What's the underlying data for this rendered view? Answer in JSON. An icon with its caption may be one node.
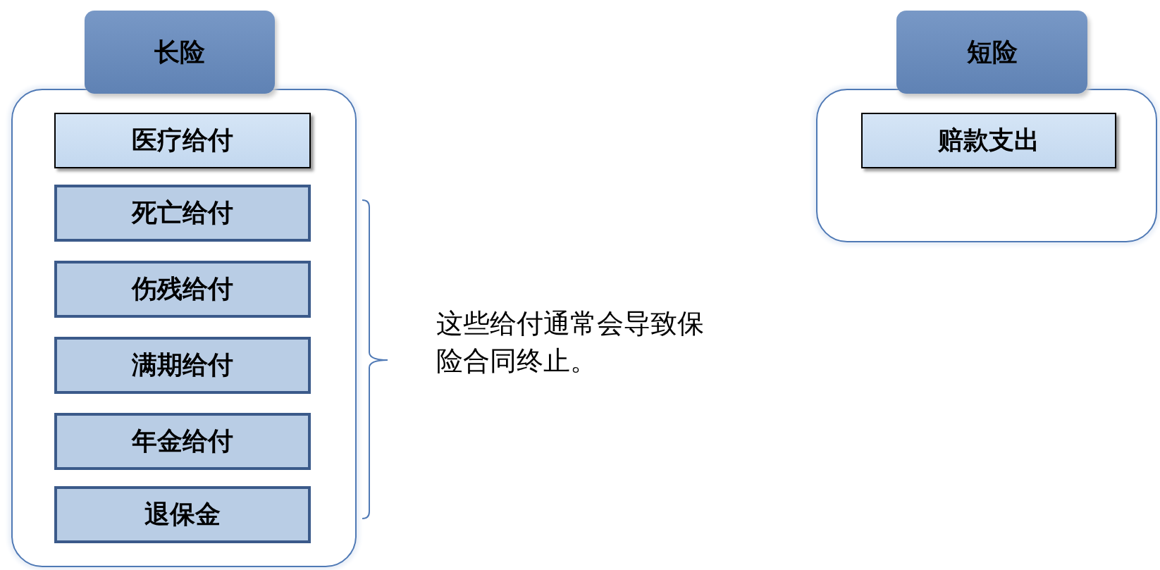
{
  "diagram": {
    "nodes": [
      {
        "text": [
          "长险"
        ]
      },
      {
        "text": [
          "医疗给付"
        ],
        "in": 0
      },
      {
        "text": [
          "死亡给付"
        ],
        "in": 0
      },
      {
        "text": [
          "伤残给付"
        ],
        "in": 0
      },
      {
        "text": [
          "满期给付"
        ],
        "in": 0
      },
      {
        "text": [
          "年金给付"
        ],
        "in": 0
      },
      {
        "text": [
          "退保金"
        ],
        "in": 0
      },
      {
        "text": [
          "短险"
        ]
      },
      {
        "text": [
          "赔款支出"
        ],
        "in": 7
      }
    ],
    "edges": [],
    "labels": [
      "这些给付通常会导致保险合同终止。"
    ]
  }
}
